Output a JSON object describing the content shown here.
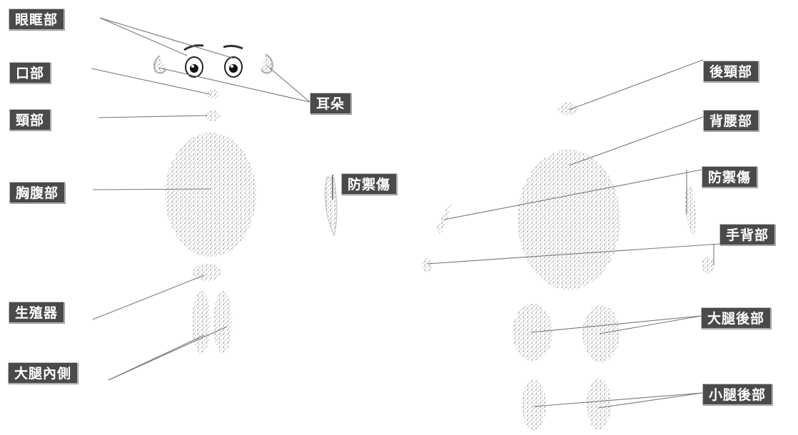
{
  "labels": {
    "eye_area": "眼眶部",
    "mouth": "口部",
    "neck": "頸部",
    "chest_abdomen": "胸腹部",
    "genitals": "生殖器",
    "inner_thigh": "大腿內側",
    "ears": "耳朵",
    "anti_shield_front": "防禦傷",
    "back_of_head": "後頸部",
    "back": "背腰部",
    "anti_shield_back": "防禦傷",
    "back_of_hand": "手背部",
    "back_of_thigh": "大腿後部",
    "back_of_calf": "小腿後部"
  },
  "colors": {
    "label_bg": "#4a4a4a",
    "label_text": "#ffffff",
    "stipple": "#9a9a9a",
    "leader_line": "#777777"
  }
}
